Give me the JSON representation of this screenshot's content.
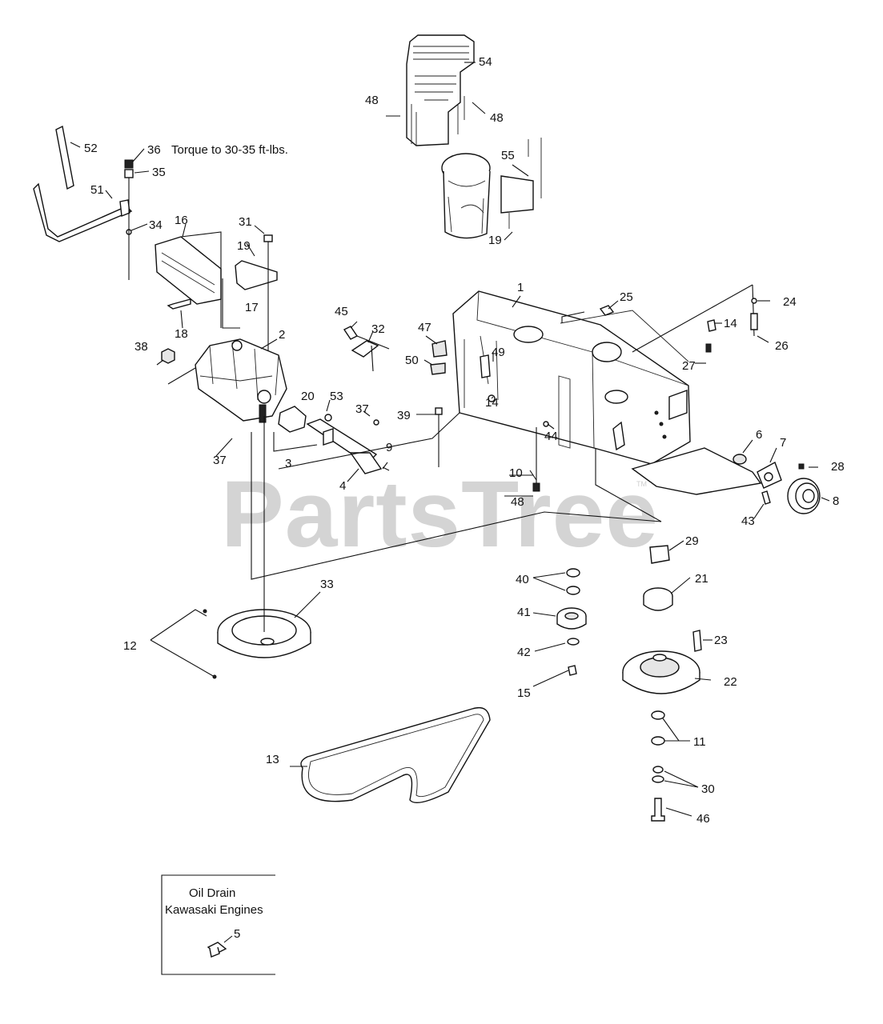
{
  "watermark": "PartsTree",
  "trademark": "TM",
  "torque_note": "Torque to 30-35 ft-lbs.",
  "inset": {
    "title_line1": "Oil Drain",
    "title_line2": "Kawasaki Engines",
    "callout": "5"
  },
  "callouts": {
    "c1": "1",
    "c2": "2",
    "c3": "3",
    "c4": "4",
    "c6": "6",
    "c7": "7",
    "c8": "8",
    "c9": "9",
    "c10": "10",
    "c11": "11",
    "c12": "12",
    "c13": "13",
    "c14a": "14",
    "c14b": "14",
    "c15": "15",
    "c16": "16",
    "c17": "17",
    "c18": "18",
    "c19a": "19",
    "c19b": "19",
    "c20": "20",
    "c21": "21",
    "c22": "22",
    "c23": "23",
    "c24": "24",
    "c25": "25",
    "c26": "26",
    "c27": "27",
    "c28": "28",
    "c29": "29",
    "c30": "30",
    "c31": "31",
    "c32": "32",
    "c33": "33",
    "c34": "34",
    "c35": "35",
    "c36": "36",
    "c37a": "37",
    "c37b": "37",
    "c38": "38",
    "c39": "39",
    "c40": "40",
    "c41": "41",
    "c42": "42",
    "c43": "43",
    "c44": "44",
    "c45": "45",
    "c46": "46",
    "c47": "47",
    "c48a": "48",
    "c48b": "48",
    "c48c": "48",
    "c49": "49",
    "c50": "50",
    "c51": "51",
    "c52": "52",
    "c53": "53",
    "c54": "54",
    "c55": "55"
  }
}
